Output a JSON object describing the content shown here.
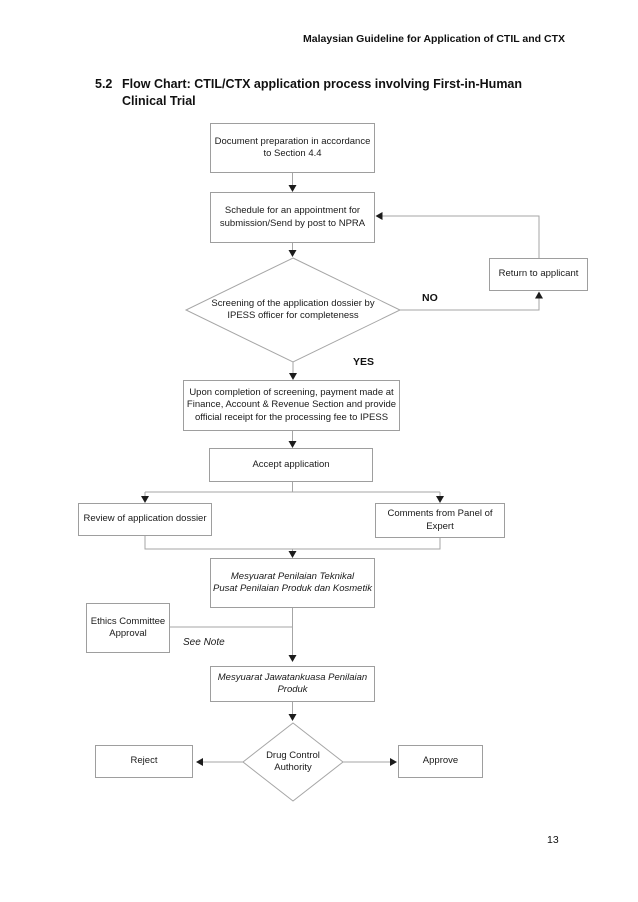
{
  "page": {
    "header": "Malaysian Guideline for Application of CTIL and CTX",
    "section_number": "5.2",
    "title_lines": [
      "Flow Chart: CTIL/CTX application process involving First-in-Human",
      "Clinical Trial"
    ],
    "page_number": "13"
  },
  "flowchart": {
    "labels": {
      "no": "NO",
      "yes": "YES",
      "see_note": "See Note"
    },
    "nodes": {
      "doc_prep": {
        "lines": [
          "Document preparation in accordance",
          "to Section 4.4"
        ]
      },
      "schedule": {
        "lines": [
          "Schedule for an appointment for",
          "submission/Send by post to NPRA"
        ]
      },
      "screening": {
        "lines": [
          "Screening of the application dossier by",
          "IPESS officer for completeness"
        ]
      },
      "return_to_applicant": {
        "lines": [
          "Return to applicant"
        ]
      },
      "payment": {
        "lines": [
          "Upon completion of screening, payment made at",
          "Finance, Account & Revenue Section and provide",
          "official receipt for the processing fee to IPESS"
        ]
      },
      "accept": {
        "lines": [
          "Accept application"
        ]
      },
      "review": {
        "lines": [
          "Review of application dossier"
        ]
      },
      "comments": {
        "lines": [
          "Comments from Panel of",
          "Expert"
        ]
      },
      "teknikal": {
        "lines": [
          "Mesyuarat Penilaian Teknikal",
          "Pusat Penilaian Produk dan Kosmetik"
        ]
      },
      "ethics": {
        "lines": [
          "Ethics Committee",
          "Approval"
        ]
      },
      "jawatankuasa": {
        "lines": [
          "Mesyuarat Jawatankuasa Penilaian",
          "Produk"
        ]
      },
      "dca": {
        "lines": [
          "Drug Control",
          "Authority"
        ]
      },
      "reject": {
        "lines": [
          "Reject"
        ]
      },
      "approve": {
        "lines": [
          "Approve"
        ]
      }
    }
  }
}
